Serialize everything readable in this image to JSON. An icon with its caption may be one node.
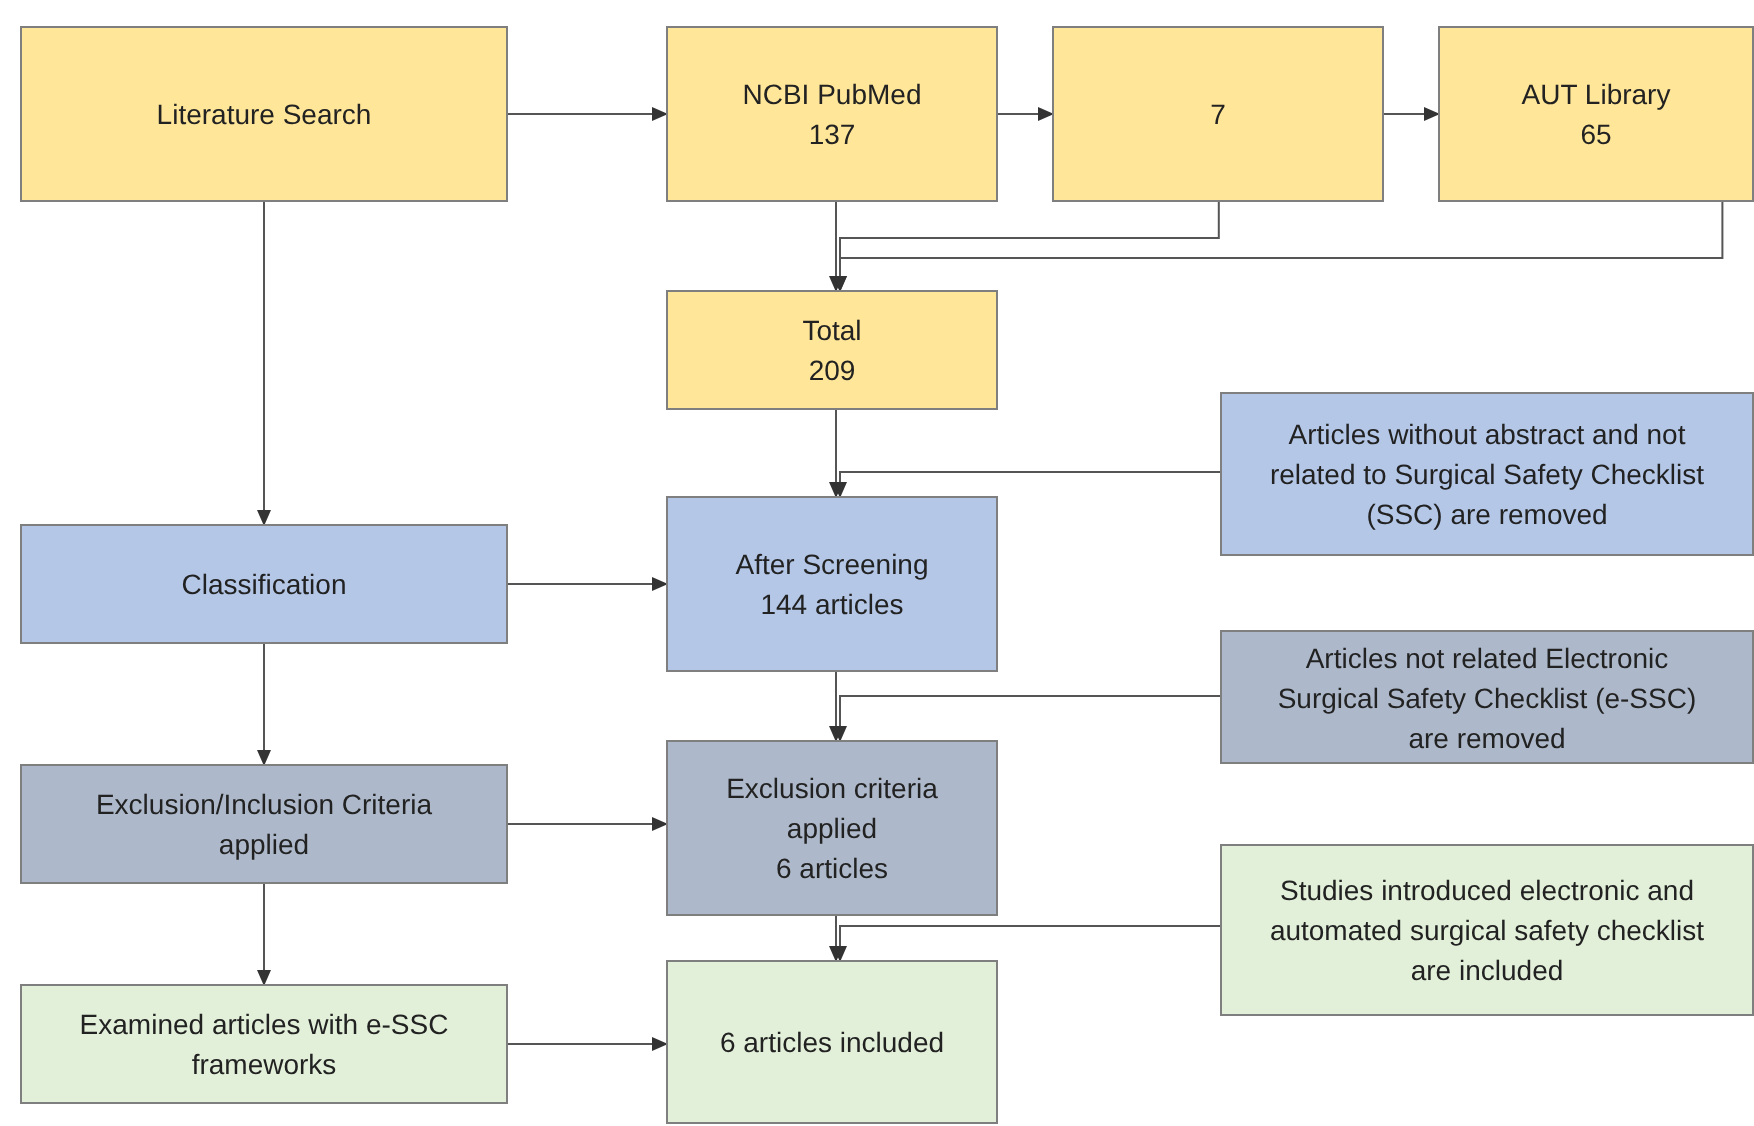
{
  "diagram": {
    "nodes": [
      {
        "text": [
          "Literature Search"
        ]
      },
      {
        "text": [
          "NCBI PubMed",
          "137"
        ]
      },
      {
        "text": [
          "7"
        ]
      },
      {
        "text": [
          "AUT Library",
          "65"
        ]
      },
      {
        "text": [
          "Total",
          "209"
        ]
      },
      {
        "text": [
          "Articles without abstract and not related to Surgical Safety Checklist (SSC) are removed"
        ]
      },
      {
        "text": [
          "Classification"
        ]
      },
      {
        "text": [
          "After Screening",
          "144 articles"
        ]
      },
      {
        "text": [
          "Articles not related Electronic Surgical Safety Checklist (e-SSC) are removed"
        ]
      },
      {
        "text": [
          "Exclusion/Inclusion Criteria applied"
        ]
      },
      {
        "text": [
          "Exclusion criteria applied",
          "6 articles"
        ]
      },
      {
        "text": [
          "Studies introduced electronic and automated surgical safety checklist are included"
        ]
      },
      {
        "text": [
          "Examined articles with e-SSC frameworks"
        ]
      },
      {
        "text": [
          "6 articles included"
        ]
      }
    ],
    "edges": [
      {
        "from": 0,
        "to": 1,
        "arrow": "to"
      },
      {
        "from": 1,
        "to": 2,
        "arrow": "to"
      },
      {
        "from": 2,
        "to": 3,
        "arrow": "to"
      },
      {
        "from": 1,
        "to": 4,
        "arrow": "to"
      },
      {
        "from": 2,
        "to": 4,
        "arrow": "to"
      },
      {
        "from": 3,
        "to": 4,
        "arrow": "to"
      },
      {
        "from": 0,
        "to": 6,
        "arrow": "to"
      },
      {
        "from": 4,
        "to": 7,
        "arrow": "to"
      },
      {
        "from": 5,
        "to": 7,
        "arrow": "to"
      },
      {
        "from": 6,
        "to": 7,
        "arrow": "to"
      },
      {
        "from": 6,
        "to": 9,
        "arrow": "to"
      },
      {
        "from": 7,
        "to": 10,
        "arrow": "to"
      },
      {
        "from": 8,
        "to": 10,
        "arrow": "to"
      },
      {
        "from": 9,
        "to": 10,
        "arrow": "to"
      },
      {
        "from": 9,
        "to": 12,
        "arrow": "to"
      },
      {
        "from": 10,
        "to": 13,
        "arrow": "to"
      },
      {
        "from": 11,
        "to": 13,
        "arrow": "to"
      },
      {
        "from": 12,
        "to": 13,
        "arrow": "to"
      }
    ]
  }
}
